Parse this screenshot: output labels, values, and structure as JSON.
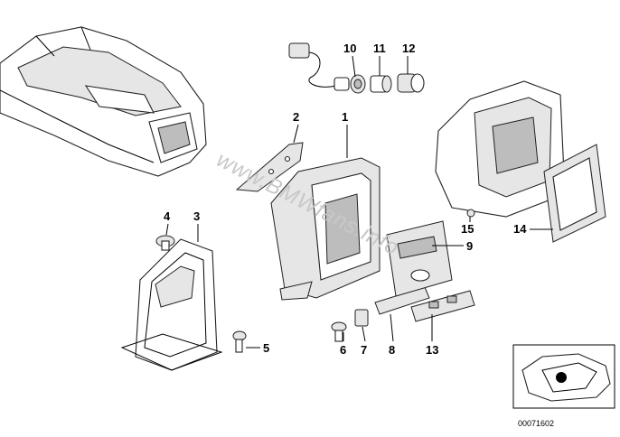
{
  "diagram": {
    "callouts": [
      {
        "id": "c1",
        "label": "1"
      },
      {
        "id": "c2",
        "label": "2"
      },
      {
        "id": "c3",
        "label": "3"
      },
      {
        "id": "c4",
        "label": "4"
      },
      {
        "id": "c5",
        "label": "5"
      },
      {
        "id": "c6",
        "label": "6"
      },
      {
        "id": "c7",
        "label": "7"
      },
      {
        "id": "c8",
        "label": "8"
      },
      {
        "id": "c9",
        "label": "9"
      },
      {
        "id": "c10",
        "label": "10"
      },
      {
        "id": "c11",
        "label": "11"
      },
      {
        "id": "c12",
        "label": "12"
      },
      {
        "id": "c13",
        "label": "13"
      },
      {
        "id": "c14",
        "label": "14"
      },
      {
        "id": "c15",
        "label": "15"
      }
    ],
    "watermark": "www.BMWfans.info",
    "document_number": "00071602"
  }
}
